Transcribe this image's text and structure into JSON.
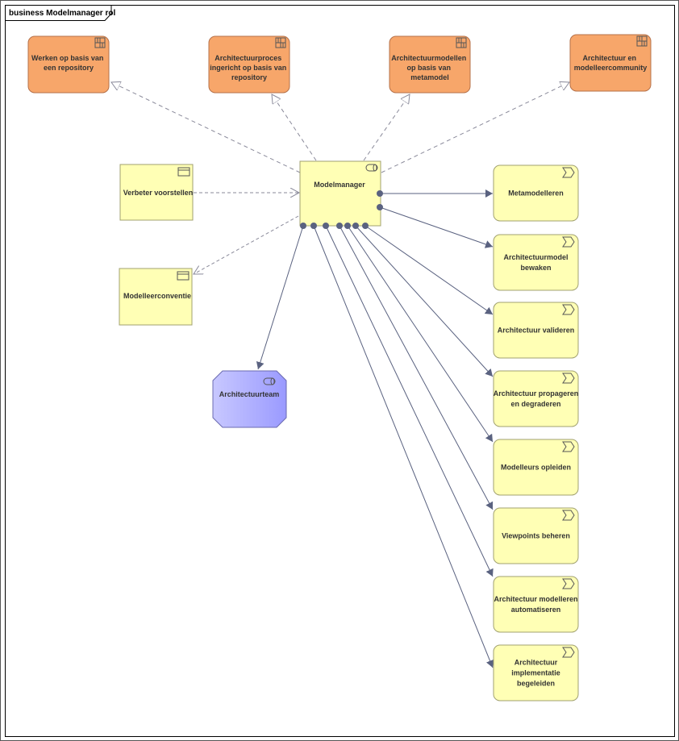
{
  "diagram": {
    "frame_title": "business Modelmanager rol",
    "principles": [
      {
        "id": "p1",
        "lines": [
          "Werken op basis van",
          "een repository"
        ]
      },
      {
        "id": "p2",
        "lines": [
          "Architectuurproces",
          "ingericht op basis van",
          "repository"
        ]
      },
      {
        "id": "p3",
        "lines": [
          "Architectuurmodellen",
          "op basis van",
          "metamodel"
        ]
      },
      {
        "id": "p4",
        "lines": [
          "Architectuur en",
          "modelleercommunity"
        ]
      }
    ],
    "role": {
      "label": "Modelmanager"
    },
    "objects": [
      {
        "id": "o1",
        "lines": [
          "Verbeter voorstellen"
        ]
      },
      {
        "id": "o2",
        "lines": [
          "Modelleerconventie"
        ]
      }
    ],
    "team": {
      "label": "Architectuurteam"
    },
    "functions": [
      {
        "id": "f1",
        "lines": [
          "Metamodelleren"
        ]
      },
      {
        "id": "f2",
        "lines": [
          "Architectuurmodel",
          "bewaken"
        ]
      },
      {
        "id": "f3",
        "lines": [
          "Architectuur valideren"
        ]
      },
      {
        "id": "f4",
        "lines": [
          "Architectuur propageren",
          "en degraderen"
        ]
      },
      {
        "id": "f5",
        "lines": [
          "Modelleurs opleiden"
        ]
      },
      {
        "id": "f6",
        "lines": [
          "Viewpoints beheren"
        ]
      },
      {
        "id": "f7",
        "lines": [
          "Architectuur modelleren",
          "automatiseren"
        ]
      },
      {
        "id": "f8",
        "lines": [
          "Architectuur",
          "implementatie",
          "begeleiden"
        ]
      }
    ]
  }
}
